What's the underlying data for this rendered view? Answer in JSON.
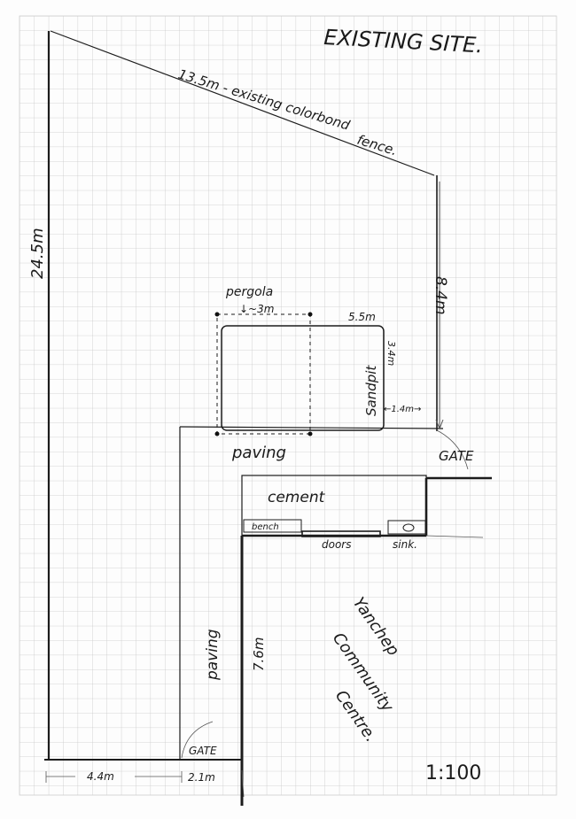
{
  "title": "EXISTING SITE.",
  "fence_label": "13.5m - existing colorbond",
  "fence_label_2": "fence.",
  "dims": {
    "left_height": "24.5m",
    "right_height": "8.4m",
    "pergola_width": "↓~3m",
    "sandpit_width": "5.5m",
    "sandpit_height": "3.4m",
    "sandpit_gap": "←1.4m→",
    "building_side": "7.6m",
    "bottom_left": "4.4m",
    "bottom_gate": "2.1m"
  },
  "labels": {
    "pergola": "pergola",
    "sandpit": "Sandpit",
    "paving_top": "paving",
    "gate_right": "GATE",
    "cement": "cement",
    "bench": "bench",
    "doors": "doors",
    "sink": "sink.",
    "paving_side": "paving",
    "gate_bottom": "GATE",
    "building_line1": "Yanchep",
    "building_line2": "Community",
    "building_line3": "Centre.",
    "scale": "1:100"
  }
}
